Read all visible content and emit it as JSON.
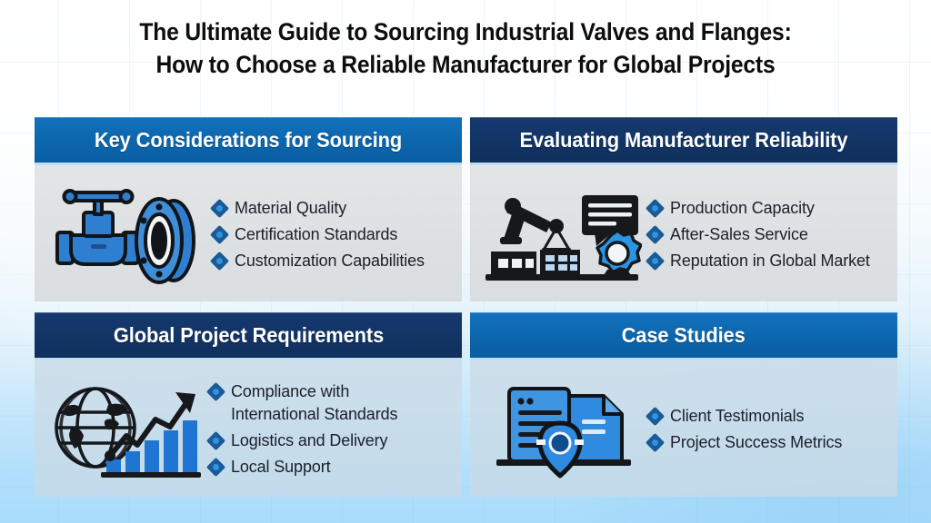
{
  "title": {
    "line1": "The Ultimate Guide to Sourcing Industrial Valves and Flanges:",
    "line2": "How to Choose a Reliable Manufacturer for Global Projects"
  },
  "theme": {
    "header_bright": "#0c66ad",
    "header_navy": "#123566",
    "bullet_outer": "#1a5a96",
    "bullet_inner": "#2e93e0",
    "body_gray": "#e2e4e5",
    "body_blue": "#cddeea",
    "text_dark": "#1b1f2a",
    "background_bottom": "#a9dcfb"
  },
  "cards": [
    {
      "id": "key-considerations-for-sourcing",
      "header": "Key Considerations for Sourcing",
      "header_style": "bright",
      "icon_name": "valve-and-flange-icon",
      "items": [
        {
          "label": "Material Quality",
          "wrapped": false
        },
        {
          "label": "Certification Standards",
          "wrapped": false
        },
        {
          "label": "Customization Capabilities",
          "wrapped": false
        }
      ]
    },
    {
      "id": "evaluating-manufacturer-reliability",
      "header": "Evaluating Manufacturer Reliability",
      "header_style": "navy",
      "icon_name": "factory-robot-arm-icon",
      "items": [
        {
          "label": "Production Capacity",
          "wrapped": false
        },
        {
          "label": "After-Sales Service",
          "wrapped": false
        },
        {
          "label": "Reputation in Global Market",
          "wrapped": false
        }
      ]
    },
    {
      "id": "global-project-requirements",
      "header": "Global Project Requirements",
      "header_style": "navy",
      "icon_name": "globe-growth-chart-icon",
      "items": [
        {
          "label": "Compliance with International Standards",
          "wrapped": true
        },
        {
          "label": "Logistics and Delivery",
          "wrapped": false
        },
        {
          "label": "Local Support",
          "wrapped": false
        }
      ]
    },
    {
      "id": "case-studies",
      "header": "Case Studies",
      "header_style": "bright",
      "icon_name": "documents-location-pin-icon",
      "items": [
        {
          "label": "Client Testimonials",
          "wrapped": false
        },
        {
          "label": "Project Success Metrics",
          "wrapped": false
        }
      ]
    }
  ]
}
